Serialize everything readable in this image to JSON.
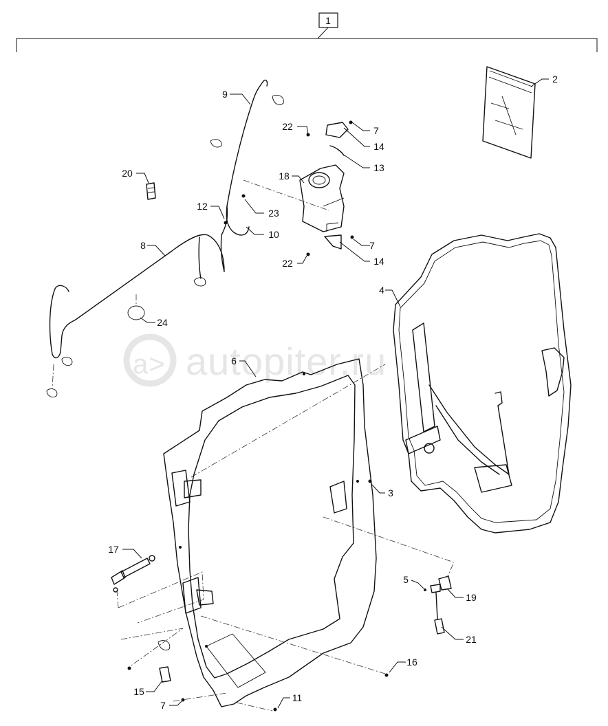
{
  "assembly": {
    "label": "1"
  },
  "watermark": {
    "brand": "autopiter.ru",
    "mark": "a>"
  },
  "callouts": [
    {
      "id": "c2",
      "label": "2"
    },
    {
      "id": "c9",
      "label": "9"
    },
    {
      "id": "c22a",
      "label": "22"
    },
    {
      "id": "c7a",
      "label": "7"
    },
    {
      "id": "c14a",
      "label": "14"
    },
    {
      "id": "c13",
      "label": "13"
    },
    {
      "id": "c20",
      "label": "20"
    },
    {
      "id": "c18",
      "label": "18"
    },
    {
      "id": "c12",
      "label": "12"
    },
    {
      "id": "c23",
      "label": "23"
    },
    {
      "id": "c10",
      "label": "10"
    },
    {
      "id": "c8",
      "label": "8"
    },
    {
      "id": "c7b",
      "label": "7"
    },
    {
      "id": "c22b",
      "label": "22"
    },
    {
      "id": "c14b",
      "label": "14"
    },
    {
      "id": "c4",
      "label": "4"
    },
    {
      "id": "c24",
      "label": "24"
    },
    {
      "id": "c6",
      "label": "6"
    },
    {
      "id": "c3",
      "label": "3"
    },
    {
      "id": "c17",
      "label": "17"
    },
    {
      "id": "c5",
      "label": "5"
    },
    {
      "id": "c19",
      "label": "19"
    },
    {
      "id": "c21",
      "label": "21"
    },
    {
      "id": "c16",
      "label": "16"
    },
    {
      "id": "c15",
      "label": "15"
    },
    {
      "id": "c7c",
      "label": "7"
    },
    {
      "id": "c11",
      "label": "11"
    }
  ]
}
